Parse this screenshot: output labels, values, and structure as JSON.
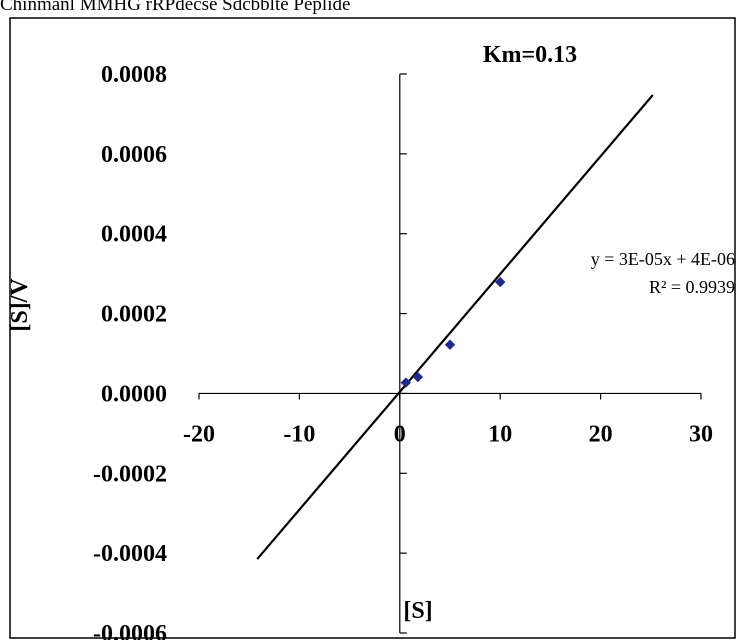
{
  "caption": "Chinmanl MMHG rRPdecse Sdcbblte Peplide",
  "chart_data": {
    "type": "scatter",
    "title": "Km=0.13",
    "xlabel": "[S]",
    "ylabel": "[S]/V",
    "xlim": [
      -20,
      30
    ],
    "ylim": [
      -0.0006,
      0.0008
    ],
    "x_ticks": [
      "-20",
      "-10",
      "0",
      "10",
      "20",
      "30"
    ],
    "y_ticks": [
      "0.0008",
      "0.0006",
      "0.0004",
      "0.0002",
      "0.0000",
      "-0.0002",
      "-0.0004",
      "-0.0006"
    ],
    "series": [
      {
        "points": [
          {
            "x": 0.6,
            "y": 2.7e-05
          },
          {
            "x": 1.8,
            "y": 4.1e-05
          },
          {
            "x": 5.0,
            "y": 0.000122
          },
          {
            "x": 10.0,
            "y": 0.000279
          }
        ]
      }
    ],
    "trendline": {
      "slope": 2.95e-05,
      "intercept": 4e-06,
      "x_range": [
        -14.2,
        25.2
      ],
      "equation": "y = 3E-05x + 4E-06",
      "r_squared": "R² = 0.9939"
    },
    "marker_color": "#1f2a8a",
    "line_color": "#000000",
    "grid": false,
    "legend": "none"
  }
}
